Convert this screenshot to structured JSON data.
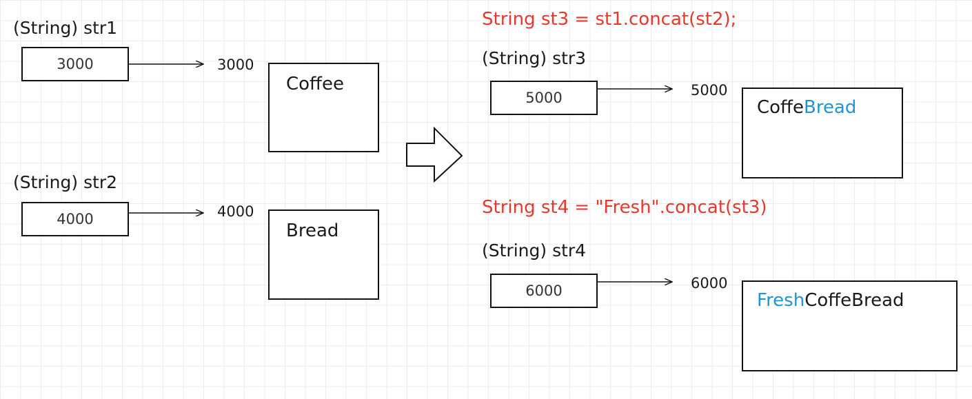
{
  "left": {
    "str1": {
      "label": "(String) str1",
      "ref_value": "3000",
      "address": "3000",
      "content": "Coffee"
    },
    "str2": {
      "label": "(String) str2",
      "ref_value": "4000",
      "address": "4000",
      "content": "Bread"
    }
  },
  "right": {
    "statement1": "String st3 = st1.concat(st2);",
    "str3": {
      "label": "(String) str3",
      "ref_value": "5000",
      "address": "5000",
      "content_part1": "Coffe",
      "content_part2": "Bread"
    },
    "statement2": "String st4 = \"Fresh\".concat(st3)",
    "str4": {
      "label": "(String) str4",
      "ref_value": "6000",
      "address": "6000",
      "content_part1": "Fresh",
      "content_part2": "CoffeBread"
    }
  },
  "colors": {
    "code": "#e8382c",
    "highlight": "#1f95d4",
    "stroke": "#111111"
  },
  "icons": {
    "transition_arrow": "right-block-arrow-icon"
  }
}
